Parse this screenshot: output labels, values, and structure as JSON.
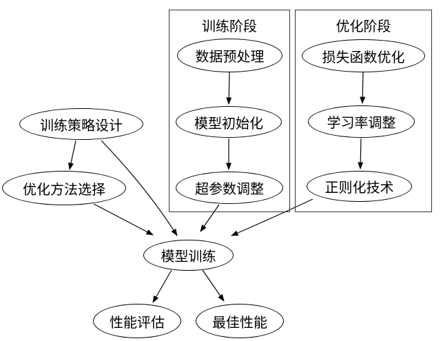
{
  "diagram": {
    "type": "flowchart",
    "background_color": "#ffffff",
    "stroke_color": "#000000",
    "text_color": "#000000",
    "clusters": [
      {
        "id": "training_phase",
        "label": "训练阶段"
      },
      {
        "id": "optimization_phase",
        "label": "优化阶段"
      }
    ],
    "nodes": {
      "training_strategy": {
        "label": "训练策略设计"
      },
      "optimization_method": {
        "label": "优化方法选择"
      },
      "data_preprocessing": {
        "label": "数据预处理"
      },
      "model_init": {
        "label": "模型初始化"
      },
      "hyperparam_tuning": {
        "label": "超参数调整"
      },
      "loss_optimization": {
        "label": "损失函数优化"
      },
      "learning_rate": {
        "label": "学习率调整"
      },
      "regularization": {
        "label": "正则化技术"
      },
      "model_training": {
        "label": "模型训练"
      },
      "performance_eval": {
        "label": "性能评估"
      },
      "best_performance": {
        "label": "最佳性能"
      }
    },
    "edges": [
      {
        "from": "data_preprocessing",
        "to": "model_init"
      },
      {
        "from": "model_init",
        "to": "hyperparam_tuning"
      },
      {
        "from": "loss_optimization",
        "to": "learning_rate"
      },
      {
        "from": "learning_rate",
        "to": "regularization"
      },
      {
        "from": "training_strategy",
        "to": "optimization_method"
      },
      {
        "from": "training_strategy",
        "to": "model_training"
      },
      {
        "from": "optimization_method",
        "to": "model_training"
      },
      {
        "from": "hyperparam_tuning",
        "to": "model_training"
      },
      {
        "from": "regularization",
        "to": "model_training"
      },
      {
        "from": "model_training",
        "to": "performance_eval"
      },
      {
        "from": "model_training",
        "to": "best_performance"
      }
    ]
  }
}
